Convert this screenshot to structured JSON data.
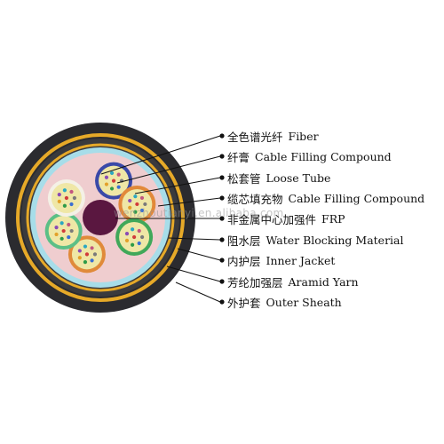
{
  "labels": [
    {
      "zh": "全色谱光纤",
      "en": "Fiber"
    },
    {
      "zh": "纤膏",
      "en": "Cable Filling Compound"
    },
    {
      "zh": "松套管",
      "en": "Loose Tube"
    },
    {
      "zh": "缆芯填充物",
      "en": "Cable Filling Compound"
    },
    {
      "zh": "非金属中心加强件",
      "en": "FRP"
    },
    {
      "zh": "阻水层",
      "en": "Water Blocking Material"
    },
    {
      "zh": "内护层",
      "en": "Inner Jacket"
    },
    {
      "zh": "芳纶加强层",
      "en": "Aramid Yarn"
    },
    {
      "zh": "外护套",
      "en": "Outer Sheath"
    }
  ],
  "watermark": "wenzhoutianyi.en.alibaba.com",
  "colors": {
    "outer_sheath": "#2b2b2f",
    "aramid_yarn": "#e6a928",
    "inner_jacket": "#3a3a3d",
    "water_blocking": "#a7dde9",
    "filling": "#efcdcf",
    "frp": "#5a1740",
    "fiber_gel": "#efe7a6",
    "tube_colors": [
      "#3a49a8",
      "#e2893a",
      "#40a85a",
      "#e08a3a",
      "#5bbf86",
      "#f4f1e6"
    ]
  }
}
